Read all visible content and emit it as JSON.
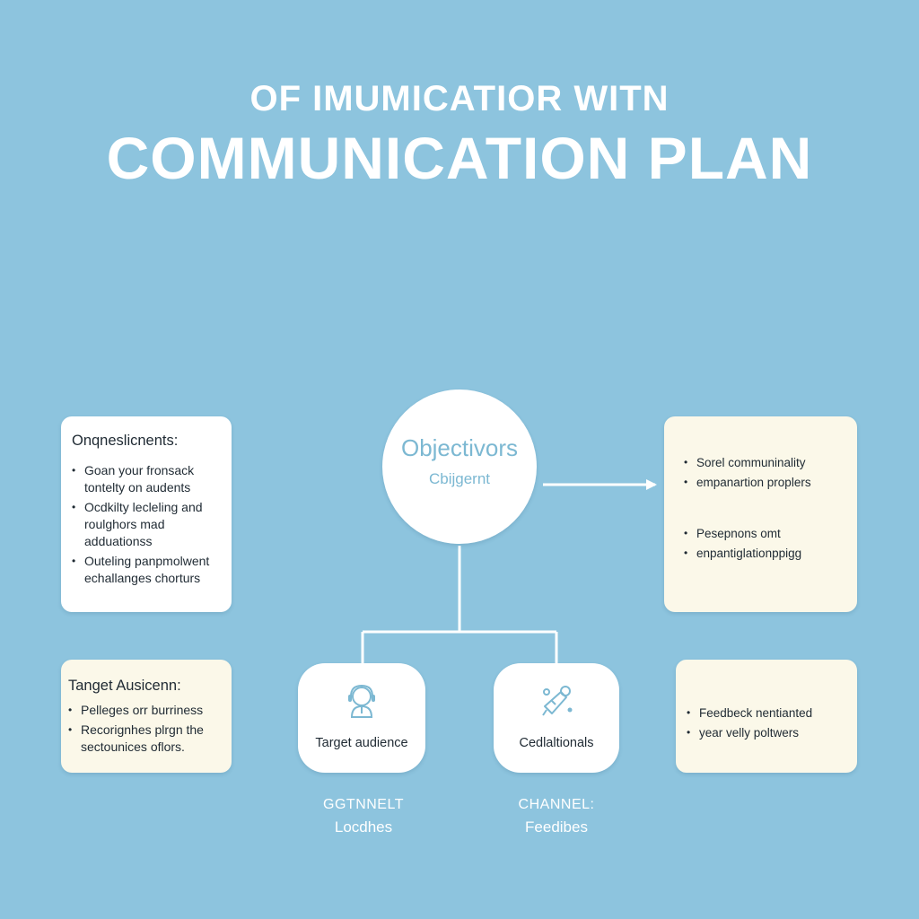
{
  "header": {
    "subtitle": "OF IMUMICATIOR WITN",
    "title": "COMMUNICATION PLAN"
  },
  "center_node": {
    "line1": "Objectivors",
    "line2": "Cbijgernt"
  },
  "left_top_card": {
    "title": "Onqneslicnents:",
    "items": [
      "Goan your fronsack\ntontelty on audents",
      "Ocdkilty lecleling and\nroulghors mad\nadduationss",
      "Outeling panpmolwent\nechallanges chorturs"
    ]
  },
  "left_bottom_card": {
    "title": "Tanget Ausicenn:",
    "items": [
      "Pelleges orr burriness",
      "Recorignhes plrgn the\nsectounices oflors."
    ]
  },
  "right_top_card": {
    "group1": [
      "Sorel communinality",
      "empanartion proplers"
    ],
    "group2": [
      "Pesepnons omt",
      "enpantiglationppigg"
    ]
  },
  "right_bottom_card": {
    "items": [
      "Feedbeck nentianted",
      "year velly poltwers"
    ]
  },
  "nodes": {
    "target": {
      "label": "Target audience",
      "icon": "person-headset-icon"
    },
    "channels": {
      "label": "Cedlaltionals",
      "icon": "megaphone-icon"
    }
  },
  "captions": {
    "left": {
      "line1": "GGTNNELT",
      "line2": "Locdhes"
    },
    "right": {
      "line1": "CHANNEL:",
      "line2": "Feedibes"
    }
  },
  "colors": {
    "background": "#8dc4de",
    "card": "#ffffff",
    "card_cream": "#fbf8e9",
    "accent": "#7cb8d2",
    "connector": "#ffffff"
  }
}
